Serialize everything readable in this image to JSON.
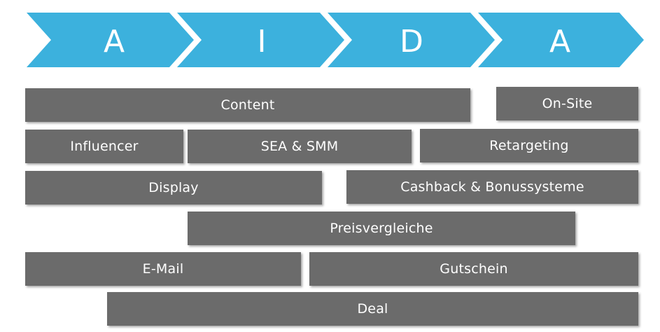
{
  "colors": {
    "arrow": "#3cb1dd",
    "bar": "#6b6b6b",
    "text": "#ffffff"
  },
  "stages": [
    "A",
    "I",
    "D",
    "A"
  ],
  "channels": {
    "content": "Content",
    "on_site": "On-Site",
    "influencer": "Influencer",
    "sea_smm": "SEA & SMM",
    "retargeting": "Retargeting",
    "display": "Display",
    "cashback": "Cashback & Bonussysteme",
    "preisvergleiche": "Preisvergleiche",
    "email": "E-Mail",
    "gutschein": "Gutschein",
    "deal": "Deal"
  }
}
